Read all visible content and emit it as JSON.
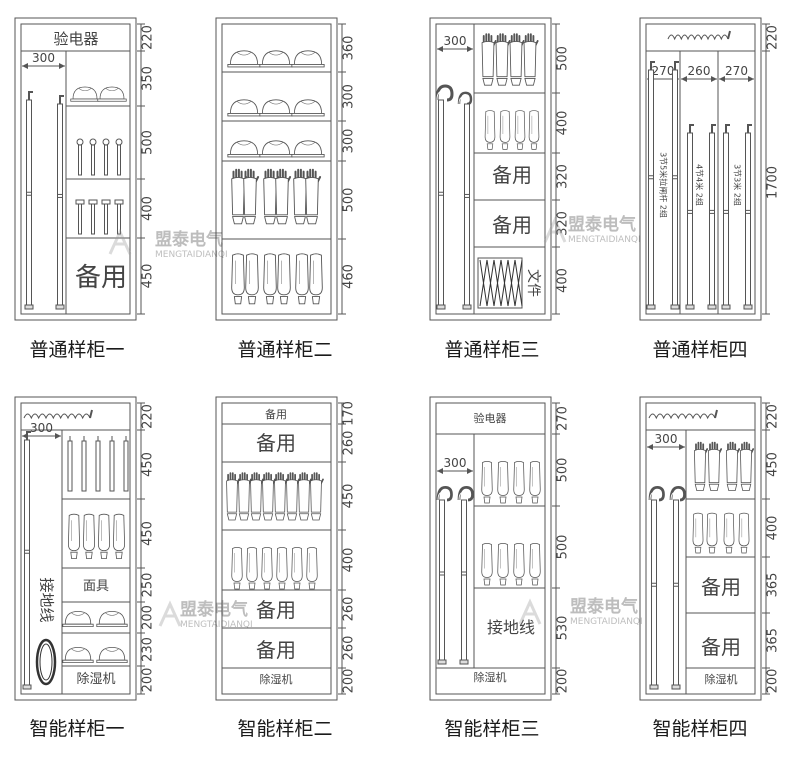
{
  "watermark": {
    "brand": "盟泰电气",
    "latin": "MENGTAIDIANQI"
  },
  "cabinets": [
    {
      "caption": "普通样柜一",
      "dims": [
        "220",
        "350",
        "500",
        "400",
        "450"
      ],
      "labels": {
        "top": "验电器",
        "width": "300",
        "spare": "备用"
      }
    },
    {
      "caption": "普通样柜二",
      "dims": [
        "360",
        "300",
        "300",
        "500",
        "460"
      ],
      "labels": {}
    },
    {
      "caption": "普通样柜三",
      "dims": [
        "500",
        "400",
        "320",
        "320",
        "400"
      ],
      "labels": {
        "width": "300",
        "spare1": "备用",
        "spare2": "备用",
        "files": "文件"
      }
    },
    {
      "caption": "普通样柜四",
      "dims": [
        "220",
        "1700"
      ],
      "labels": {
        "w1": "270",
        "w2": "260",
        "w3": "270",
        "rod1": "3节5米拉闸杆 2组",
        "rod2": "4节4米 2组",
        "rod3": "3节3米 2组"
      }
    },
    {
      "caption": "智能样柜一",
      "dims": [
        "220",
        "450",
        "450",
        "250",
        "200",
        "230",
        "200"
      ],
      "labels": {
        "width": "300",
        "mask": "面具",
        "ground": "接地线",
        "dehum": "除湿机"
      }
    },
    {
      "caption": "智能样柜二",
      "dims": [
        "170",
        "260",
        "450",
        "400",
        "260",
        "260",
        "200"
      ],
      "labels": {
        "spare_small": "备用",
        "spare1": "备用",
        "spare2": "备用",
        "spare3": "备用",
        "dehum": "除湿机"
      }
    },
    {
      "caption": "智能样柜三",
      "dims": [
        "270",
        "500",
        "500",
        "530",
        "200"
      ],
      "labels": {
        "top": "验电器",
        "width": "300",
        "ground": "接地线",
        "dehum": "除湿机"
      }
    },
    {
      "caption": "智能样柜四",
      "dims": [
        "220",
        "450",
        "400",
        "365",
        "365",
        "200"
      ],
      "labels": {
        "width": "300",
        "spare1": "备用",
        "spare2": "备用",
        "dehum": "除湿机"
      }
    }
  ]
}
